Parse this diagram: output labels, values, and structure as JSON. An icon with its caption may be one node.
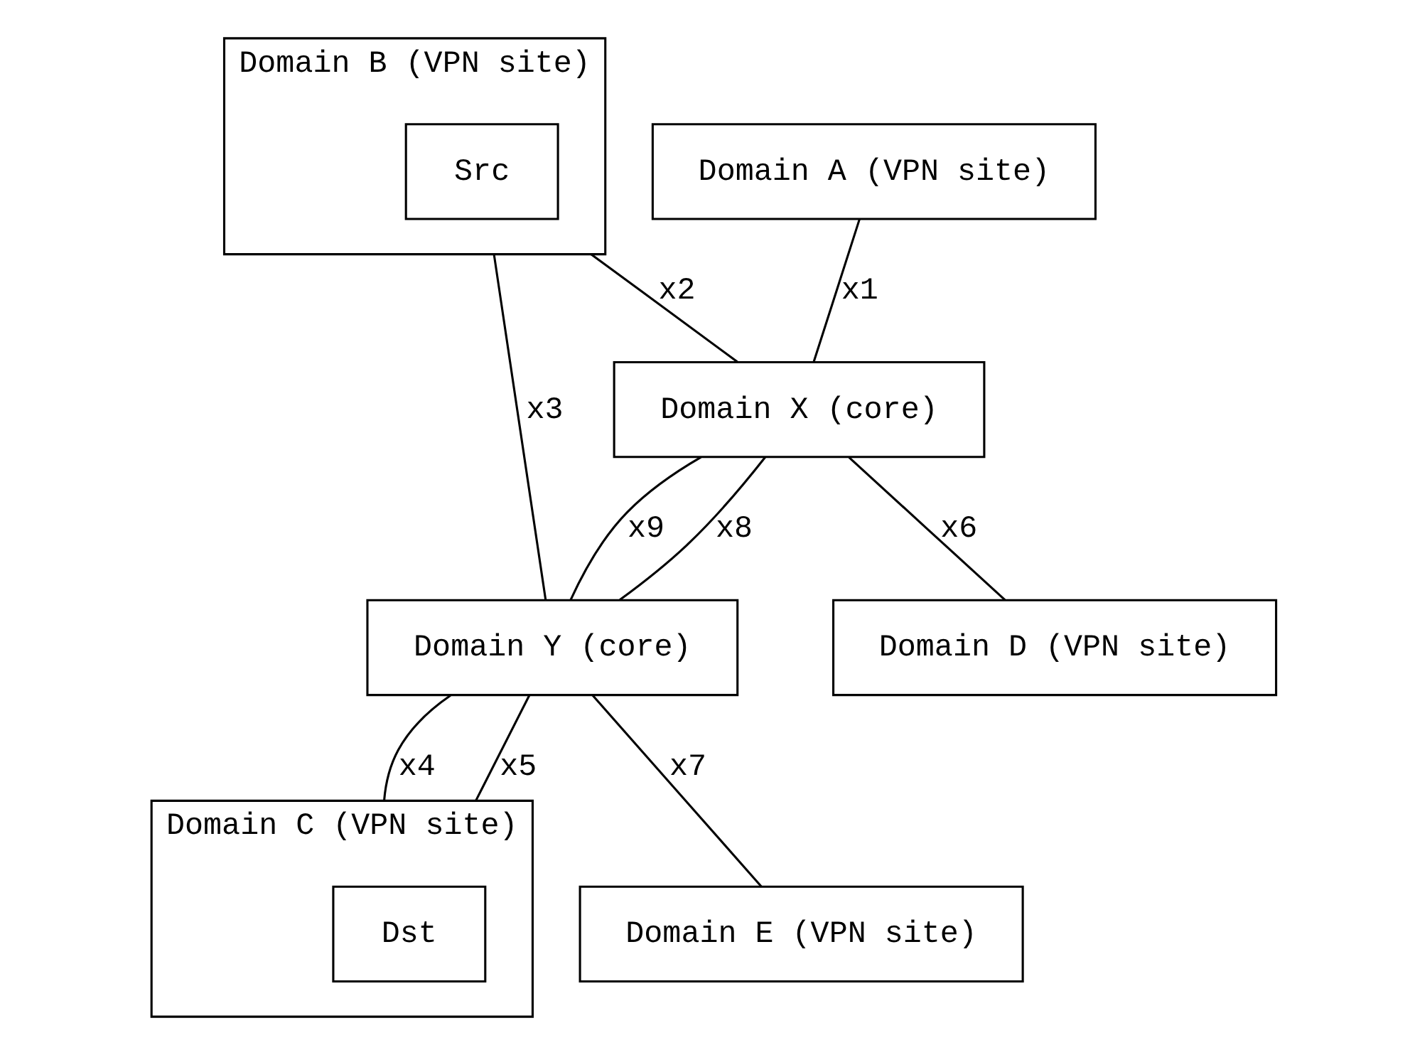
{
  "diagram": {
    "nodes": [
      {
        "text": [
          "Domain B (VPN site)"
        ]
      },
      {
        "text": [
          "Src"
        ],
        "in": 0
      },
      {
        "text": [
          "Domain A (VPN site)"
        ]
      },
      {
        "text": [
          "Domain C (VPN site)"
        ]
      },
      {
        "text": [
          "Dst"
        ],
        "in": 3
      },
      {
        "text": [
          "Domain X (core)"
        ]
      },
      {
        "text": [
          "Domain Y (core)"
        ]
      },
      {
        "text": [
          "Domain D (VPN site)"
        ]
      },
      {
        "text": [
          "Domain E (VPN site)"
        ]
      }
    ],
    "edges": [
      {
        "from": 2,
        "to": 5,
        "arrow": "none",
        "label": "x1"
      },
      {
        "from": 0,
        "to": 5,
        "arrow": "none",
        "label": "x2"
      },
      {
        "from": 0,
        "to": 6,
        "arrow": "none",
        "label": "x3"
      },
      {
        "from": 6,
        "to": 3,
        "arrow": "none",
        "label": "x4"
      },
      {
        "from": 6,
        "to": 3,
        "arrow": "none",
        "label": "x5"
      },
      {
        "from": 5,
        "to": 7,
        "arrow": "none",
        "label": "x6"
      },
      {
        "from": 6,
        "to": 8,
        "arrow": "none",
        "label": "x7"
      },
      {
        "from": 5,
        "to": 6,
        "arrow": "none",
        "label": "x8"
      },
      {
        "from": 5,
        "to": 6,
        "arrow": "none",
        "label": "x9"
      }
    ]
  }
}
